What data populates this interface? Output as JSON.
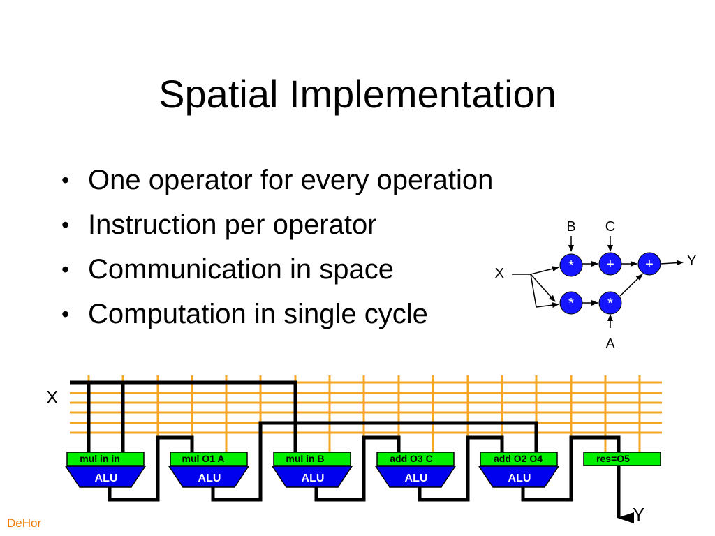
{
  "title": "Spatial Implementation",
  "bullets": [
    "One operator for every operation",
    "Instruction per operator",
    "Communication in space",
    "Computation in single cycle"
  ],
  "footer": "DeHor",
  "graph": {
    "inputs": {
      "x": "X",
      "a": "A",
      "b": "B",
      "c": "C"
    },
    "output": "Y",
    "ops": [
      "*",
      "+",
      "+",
      "*",
      "*"
    ]
  },
  "array": {
    "input_label": "X",
    "output_label": "Y",
    "alu_label": "ALU",
    "instructions": [
      "mul in in",
      "mul O1 A",
      "mul in B",
      "add O3 C",
      "add O2 O4",
      "res=O5"
    ]
  },
  "colors": {
    "wire_orange": "#f5a623",
    "alu_blue": "#0000ee",
    "instr_green": "#00ee00",
    "op_node_blue": "#1515ff",
    "footer": "#f07800"
  }
}
